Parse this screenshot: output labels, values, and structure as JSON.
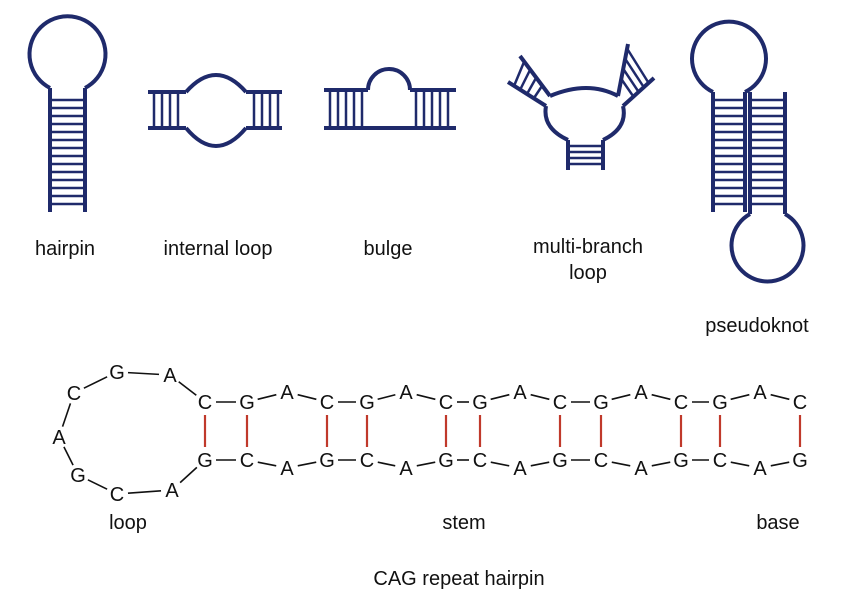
{
  "colors": {
    "structure": "#1f2a6b",
    "text": "#111111",
    "base_pair": "#c0392b",
    "background": "#ffffff"
  },
  "structures": [
    {
      "id": "hairpin",
      "lines": [
        "hairpin"
      ]
    },
    {
      "id": "internal-loop",
      "lines": [
        "internal loop"
      ]
    },
    {
      "id": "bulge",
      "lines": [
        "bulge"
      ]
    },
    {
      "id": "multi-branch-loop",
      "lines": [
        "multi-branch",
        "loop"
      ]
    },
    {
      "id": "pseudoknot",
      "lines": [
        "pseudoknot"
      ]
    }
  ],
  "cag_hairpin": {
    "title": "CAG repeat hairpin",
    "region_labels": {
      "loop": "loop",
      "stem": "stem",
      "base": "base"
    },
    "loop_letters": [
      "G",
      "A",
      "C",
      "A",
      "G",
      "C",
      "A"
    ],
    "top_strand": [
      "C",
      "G",
      "A",
      "C",
      "G",
      "A",
      "C",
      "G",
      "A",
      "C",
      "G",
      "A",
      "C",
      "G",
      "A",
      "C"
    ],
    "bottom_strand": [
      "G",
      "C",
      "A",
      "G",
      "C",
      "A",
      "G",
      "C",
      "A",
      "G",
      "C",
      "A",
      "G",
      "C",
      "A",
      "G"
    ]
  }
}
